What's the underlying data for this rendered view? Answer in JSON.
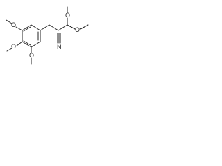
{
  "structure": {
    "atoms": {
      "o_dimethoxy_top": "O",
      "o_dimethoxy_right": "O",
      "n_nitrile": "N",
      "o_ring_top": "O",
      "o_ring_middle": "O",
      "o_ring_bottom": "O"
    }
  }
}
